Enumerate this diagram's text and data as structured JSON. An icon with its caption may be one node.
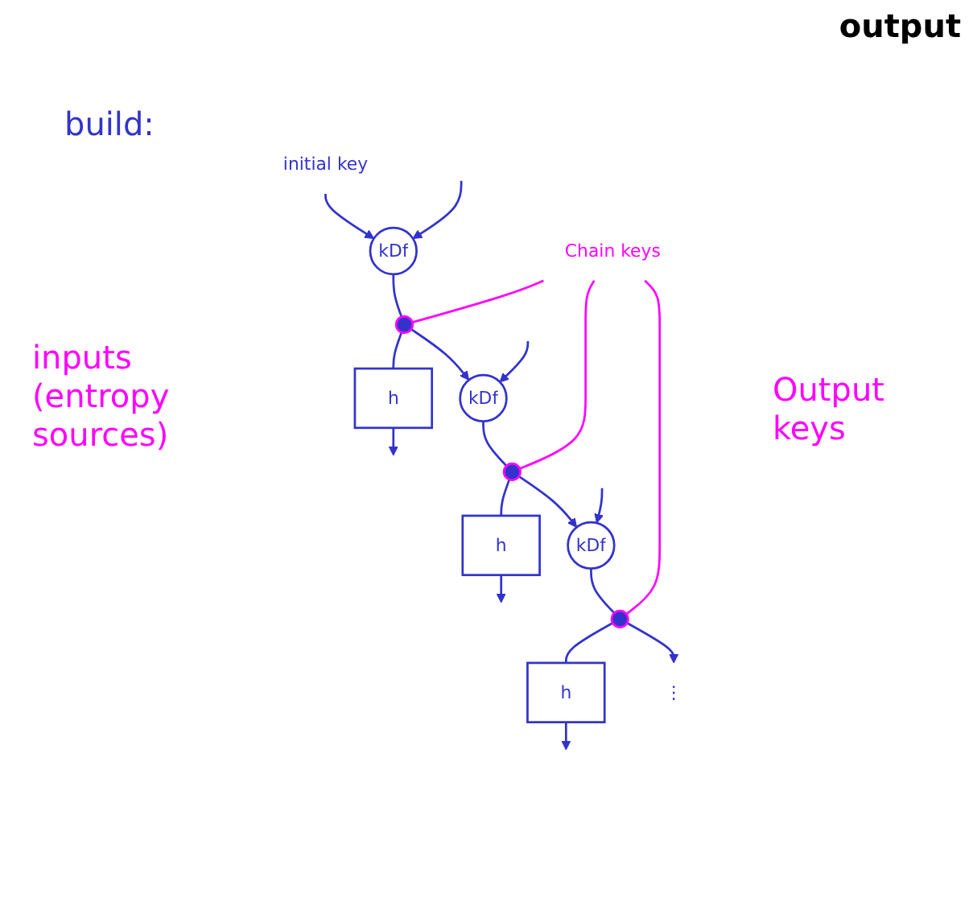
{
  "diagram": {
    "nodes": [
      {
        "text": [
          "initial key"
        ]
      },
      {
        "text": [
          "kDf"
        ]
      },
      {
        "text": [],
        "shape": "circle"
      },
      {
        "text": [
          "h"
        ]
      },
      {
        "text": [
          "kDf"
        ]
      },
      {
        "text": [],
        "shape": "circle"
      },
      {
        "text": [
          "h"
        ]
      },
      {
        "text": [
          "kDf"
        ]
      },
      {
        "text": [],
        "shape": "circle"
      },
      {
        "text": [
          "h"
        ]
      },
      {
        "text": [
          "⋮"
        ]
      },
      {
        "text": [
          "Chain keys"
        ]
      }
    ],
    "edges": [
      {
        "from": 0,
        "to": 1,
        "arrow": "to"
      },
      {
        "from": null,
        "to": 1,
        "arrow": "to"
      },
      {
        "from": 1,
        "to": 2,
        "arrow": "none"
      },
      {
        "from": 2,
        "to": 3,
        "arrow": "none"
      },
      {
        "from": 3,
        "to": null,
        "arrow": "to"
      },
      {
        "from": 2,
        "to": 4,
        "arrow": "to"
      },
      {
        "from": null,
        "to": 4,
        "arrow": "to"
      },
      {
        "from": 4,
        "to": 5,
        "arrow": "none"
      },
      {
        "from": 5,
        "to": 6,
        "arrow": "none"
      },
      {
        "from": 6,
        "to": null,
        "arrow": "to"
      },
      {
        "from": 5,
        "to": 7,
        "arrow": "to"
      },
      {
        "from": null,
        "to": 7,
        "arrow": "to"
      },
      {
        "from": 7,
        "to": 8,
        "arrow": "none"
      },
      {
        "from": 8,
        "to": 9,
        "arrow": "none"
      },
      {
        "from": 9,
        "to": null,
        "arrow": "to"
      },
      {
        "from": 8,
        "to": 10,
        "arrow": "to"
      },
      {
        "from": 11,
        "to": 2,
        "arrow": "none",
        "color": "#ff00ff"
      },
      {
        "from": 11,
        "to": 5,
        "arrow": "none",
        "color": "#ff00ff"
      },
      {
        "from": 11,
        "to": 8,
        "arrow": "none",
        "color": "#ff00ff"
      }
    ],
    "labels": [
      "output",
      "build:",
      "inputs (entropy sources)",
      "Output keys"
    ]
  }
}
